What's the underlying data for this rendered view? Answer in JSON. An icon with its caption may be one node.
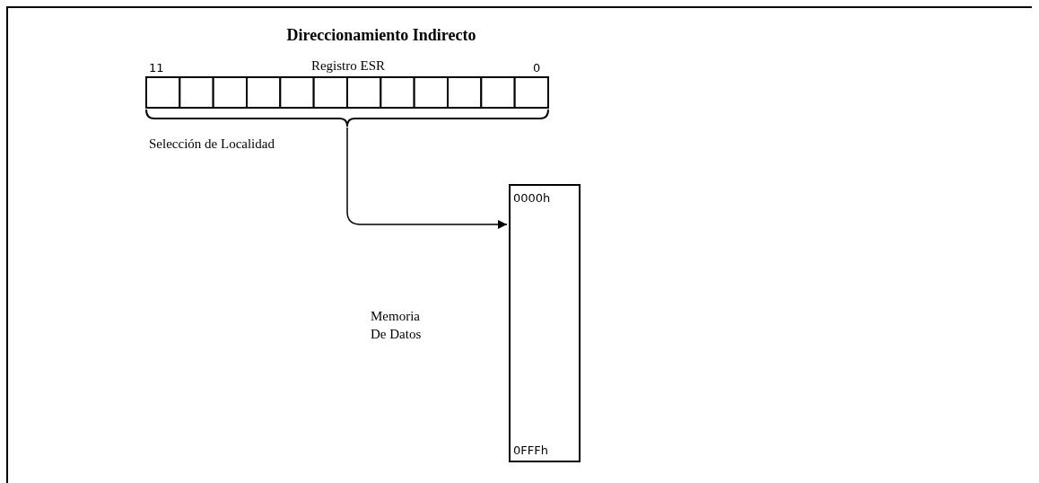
{
  "diagram": {
    "title": "Direccionamiento Indirecto",
    "nodes": [
      {
        "text": [
          "Registro ESR"
        ]
      },
      {
        "text": [
          "0000h",
          "0FFFh"
        ]
      }
    ],
    "edges": [
      {
        "from": 0,
        "to": 1,
        "arrow": "to"
      }
    ],
    "labels": [
      "11",
      "0",
      "Selección de Localidad",
      "Memoria De Datos"
    ]
  }
}
